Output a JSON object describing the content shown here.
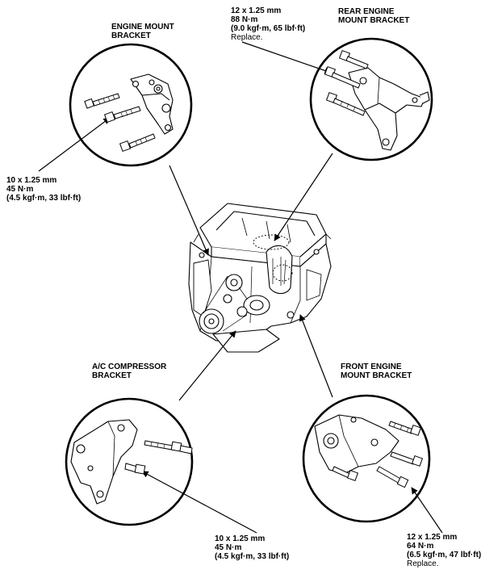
{
  "title": "",
  "components": [
    {
      "id": "engine-mount-bracket",
      "label_lines": [
        "ENGINE MOUNT",
        "BRACKET"
      ]
    },
    {
      "id": "rear-engine-mount-bracket",
      "label_lines": [
        "REAR ENGINE",
        "MOUNT BRACKET"
      ]
    },
    {
      "id": "ac-compressor-bracket",
      "label_lines": [
        "A/C COMPRESSOR",
        "BRACKET"
      ]
    },
    {
      "id": "front-engine-mount-bracket",
      "label_lines": [
        "FRONT ENGINE",
        "MOUNT BRACKET"
      ]
    }
  ],
  "torque_specs": [
    {
      "id": "engine-mount-bolt",
      "lines": [
        "10 x 1.25 mm",
        "45 N·m",
        "(4.5 kgf·m, 33 lbf·ft)"
      ],
      "note": ""
    },
    {
      "id": "rear-mount-bolt",
      "lines": [
        "12 x 1.25 mm",
        "88 N·m",
        "(9.0 kgf·m, 65 lbf·ft)"
      ],
      "note": "Replace."
    },
    {
      "id": "ac-bracket-bolt",
      "lines": [
        "10 x 1.25 mm",
        "45 N·m",
        "(4.5 kgf·m, 33 lbf·ft)"
      ],
      "note": ""
    },
    {
      "id": "front-mount-bolt",
      "lines": [
        "12 x 1.25 mm",
        "64 N·m",
        "(6.5 kgf·m, 47 lbf·ft)"
      ],
      "note": "Replace."
    }
  ]
}
